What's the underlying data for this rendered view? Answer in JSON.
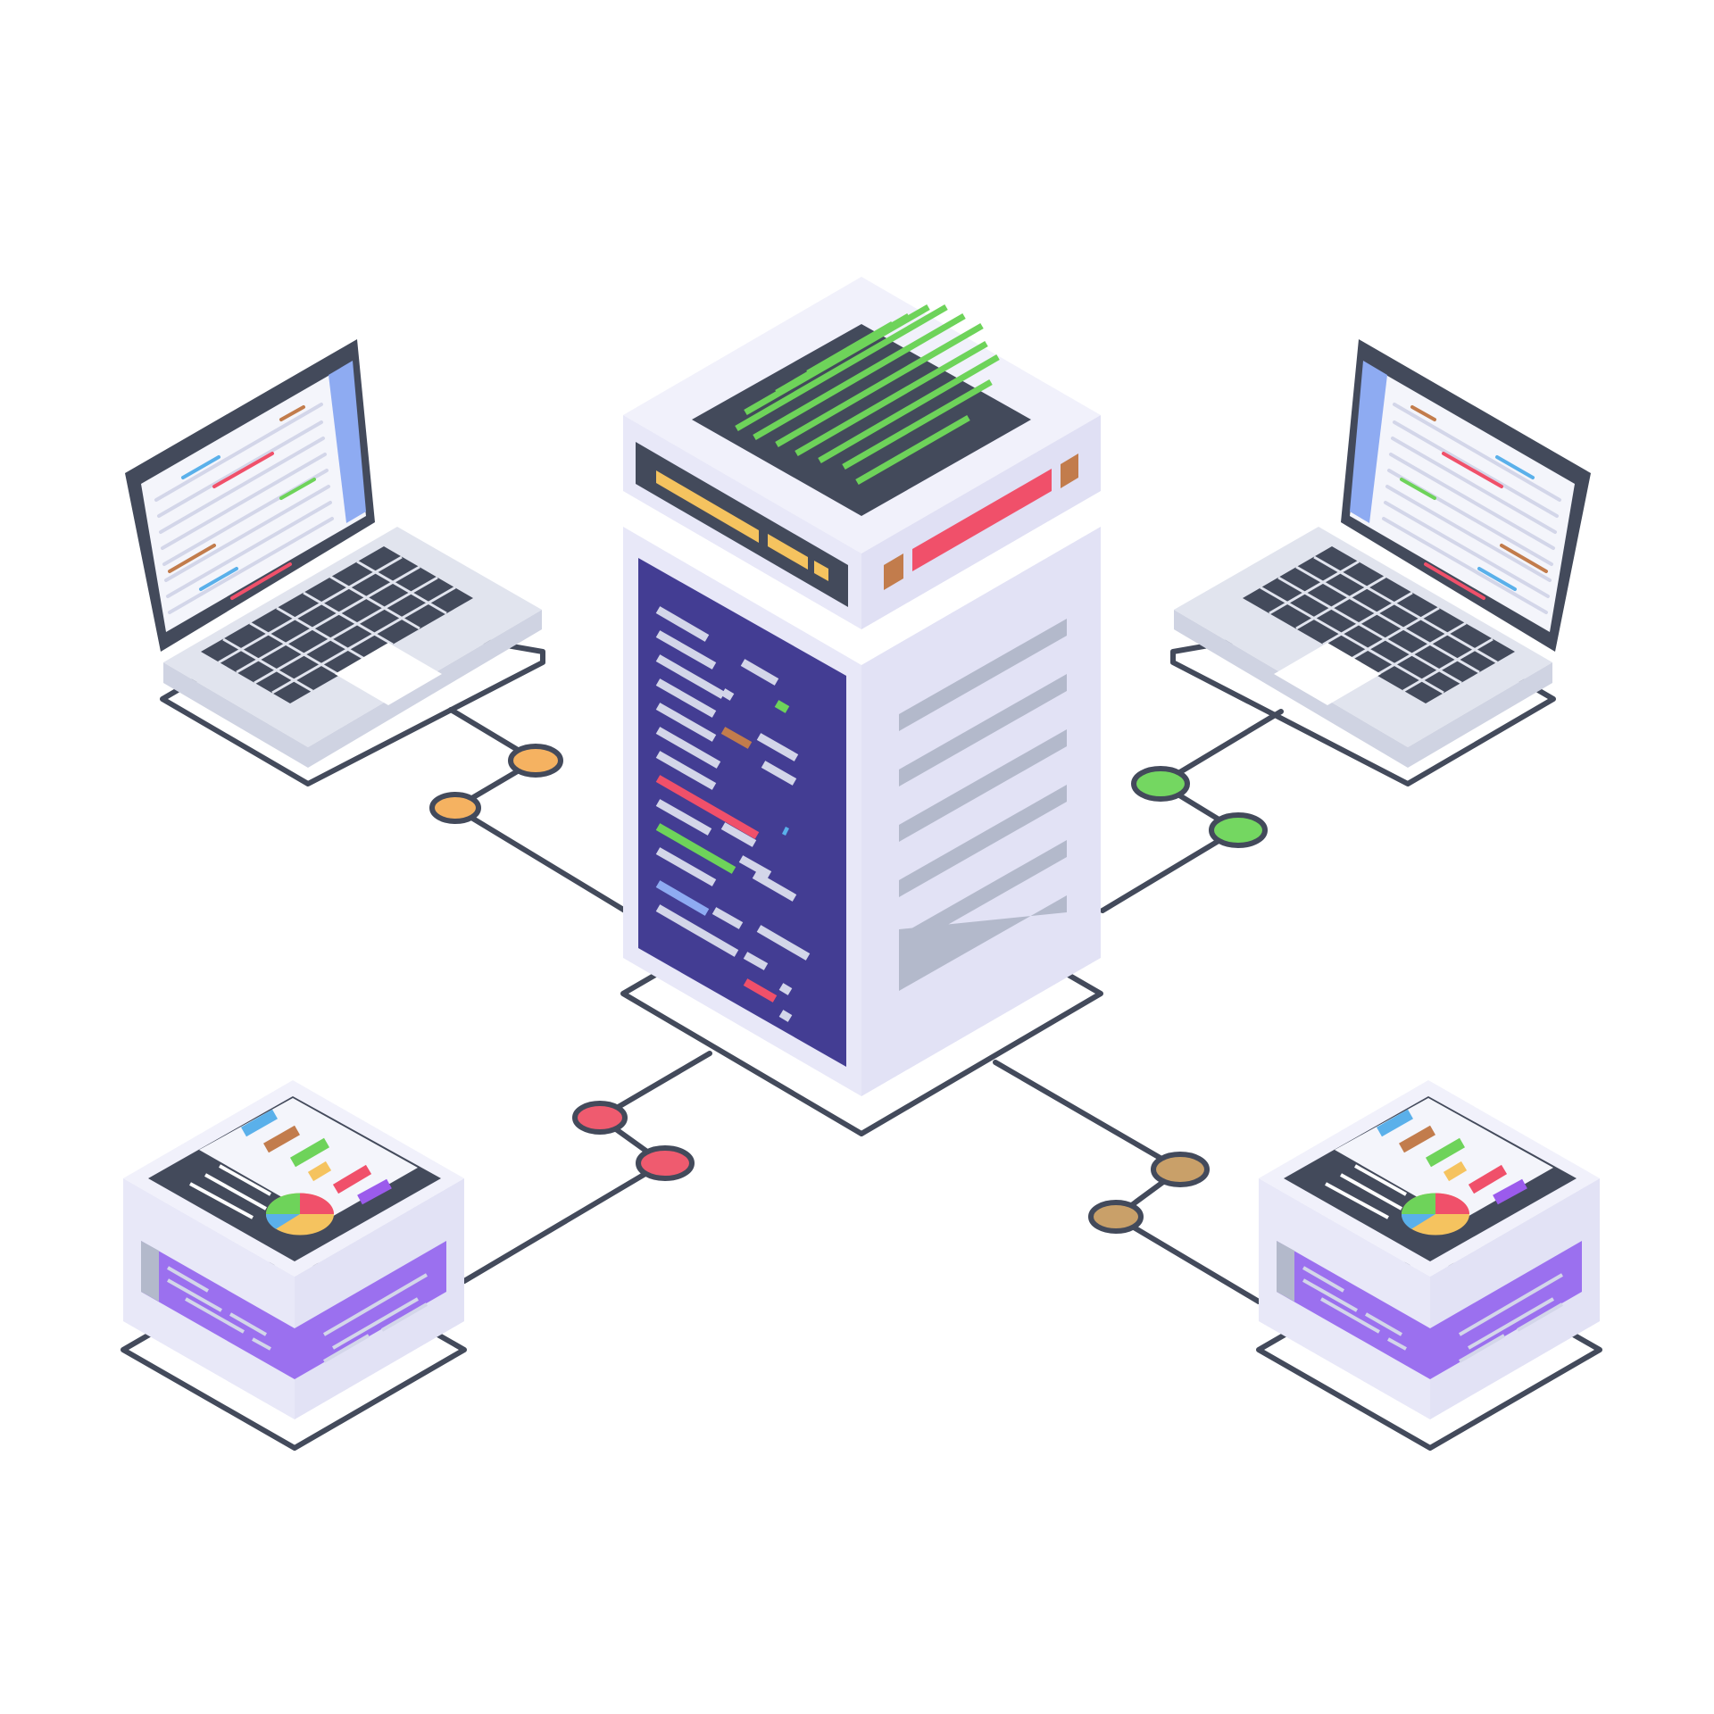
{
  "illustration": {
    "subject": "isometric-server-network",
    "background": "#ffffff",
    "colors": {
      "outline": "#434a5b",
      "case_light": "#e8e8f8",
      "case_top": "#f1f1fb",
      "case_shadow": "#d6d7ef",
      "panel_dark": "#434a5b",
      "rack_front": "#433d93",
      "screen_blue": "#8eabf2",
      "keyboard_dark": "#434a5b",
      "laptop_body": "#e1e4ee",
      "purple_band": "#9b70ef",
      "text_line": "#d3d6e9",
      "vent_gray": "#b3b9cb",
      "code_green": "#6ed35a",
      "accent_yellow": "#f5c35f",
      "accent_red": "#f0506a",
      "accent_brown": "#c27c4c",
      "accent_blue": "#5ab0ea",
      "accent_purple": "#9b5bec",
      "node_orange": "#f5b261",
      "node_green": "#74d761",
      "node_red": "#ef5b6f",
      "node_tan": "#c9a069"
    },
    "nodes": [
      {
        "name": "central-server",
        "kind": "server-rack"
      },
      {
        "name": "laptop-left",
        "kind": "laptop",
        "connector_color": "node_orange"
      },
      {
        "name": "laptop-right",
        "kind": "laptop",
        "connector_color": "node_green"
      },
      {
        "name": "device-left",
        "kind": "dashboard-device",
        "connector_color": "node_red"
      },
      {
        "name": "device-right",
        "kind": "dashboard-device",
        "connector_color": "node_tan"
      }
    ],
    "icons": [
      "server-icon",
      "laptop-icon",
      "dashboard-device-icon",
      "connection-node-icon"
    ]
  }
}
